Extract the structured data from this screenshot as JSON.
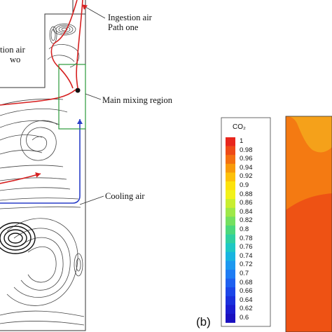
{
  "annotations": {
    "ingestion_one_line1": "Ingestion air",
    "ingestion_one_line2": "Path one",
    "ingestion_two_line1": "tion air",
    "ingestion_two_line2": "wo",
    "main_mixing": "Main mixing region",
    "cooling_air": "Cooling air"
  },
  "legend": {
    "title": "CO₂",
    "ticks": [
      "1",
      "0.98",
      "0.96",
      "0.94",
      "0.92",
      "0.9",
      "0.88",
      "0.86",
      "0.84",
      "0.82",
      "0.8",
      "0.78",
      "0.76",
      "0.74",
      "0.72",
      "0.7",
      "0.68",
      "0.66",
      "0.64",
      "0.62",
      "0.6"
    ],
    "colors": [
      "#e8261c",
      "#ee4a16",
      "#f47010",
      "#f89a0a",
      "#fdc10a",
      "#fde20c",
      "#f2f21a",
      "#c8ee30",
      "#9ee848",
      "#74e060",
      "#4cd87c",
      "#30d0a0",
      "#1ec8c4",
      "#18b4e0",
      "#1c98f0",
      "#1e7cf4",
      "#1e60f0",
      "#1c46e8",
      "#1a30dc",
      "#1a1cd0",
      "#1a10c0"
    ]
  },
  "panel_label": "(b)",
  "colors": {
    "ingestion_path": "#d62020",
    "cooling_path": "#2a3fc8",
    "mixing_box": "#2a9a3a",
    "contour_top": "#f5a11a",
    "contour_mid": "#f47a12",
    "contour_bottom": "#ee5214"
  }
}
